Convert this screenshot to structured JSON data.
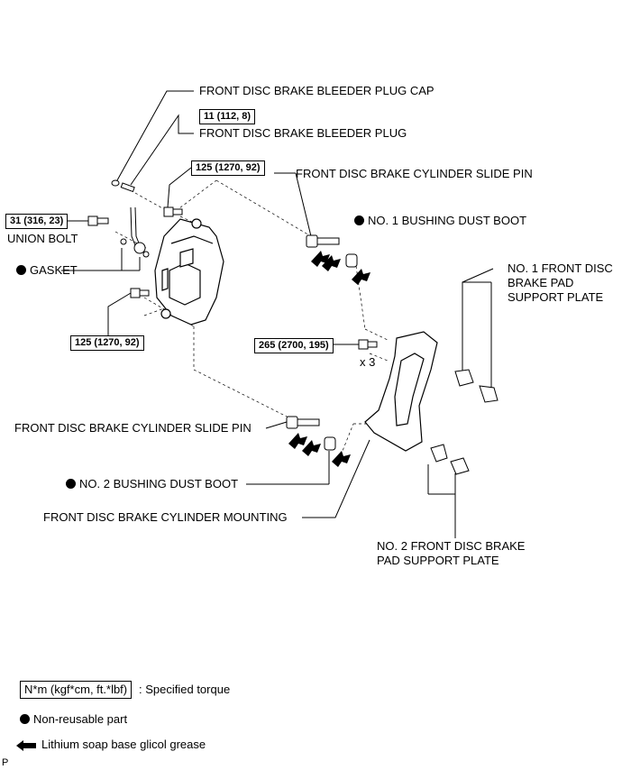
{
  "labels": {
    "bleeder_plug_cap": "FRONT DISC BRAKE BLEEDER PLUG CAP",
    "bleeder_plug": "FRONT DISC BRAKE BLEEDER PLUG",
    "slide_pin_top": "FRONT DISC BRAKE CYLINDER SLIDE PIN",
    "bushing_boot_1": "NO. 1 BUSHING DUST BOOT",
    "union_bolt": "UNION BOLT",
    "gasket": "GASKET",
    "support_plate_1_line1": "NO. 1 FRONT DISC",
    "support_plate_1_line2": "BRAKE PAD",
    "support_plate_1_line3": "SUPPORT PLATE",
    "quantity_x3": "x 3",
    "slide_pin_bottom": "FRONT DISC BRAKE CYLINDER SLIDE PIN",
    "bushing_boot_2": "NO. 2 BUSHING DUST BOOT",
    "cylinder_mounting": "FRONT DISC BRAKE CYLINDER MOUNTING",
    "support_plate_2_line1": "NO. 2 FRONT DISC BRAKE",
    "support_plate_2_line2": "PAD SUPPORT PLATE"
  },
  "torques": {
    "bleeder_plug": "11 (112, 8)",
    "upper_bolt": "125 (1270, 92)",
    "union_bolt": "31 (316, 23)",
    "lower_bolt": "125 (1270, 92)",
    "mounting_bolt": "265 (2700, 195)"
  },
  "legend": {
    "torque_unit": "N*m (kgf*cm, ft.*lbf)",
    "torque_desc": ": Specified torque",
    "non_reusable": "Non-reusable part",
    "grease": "Lithium soap base glicol grease"
  },
  "corner_mark": "P"
}
